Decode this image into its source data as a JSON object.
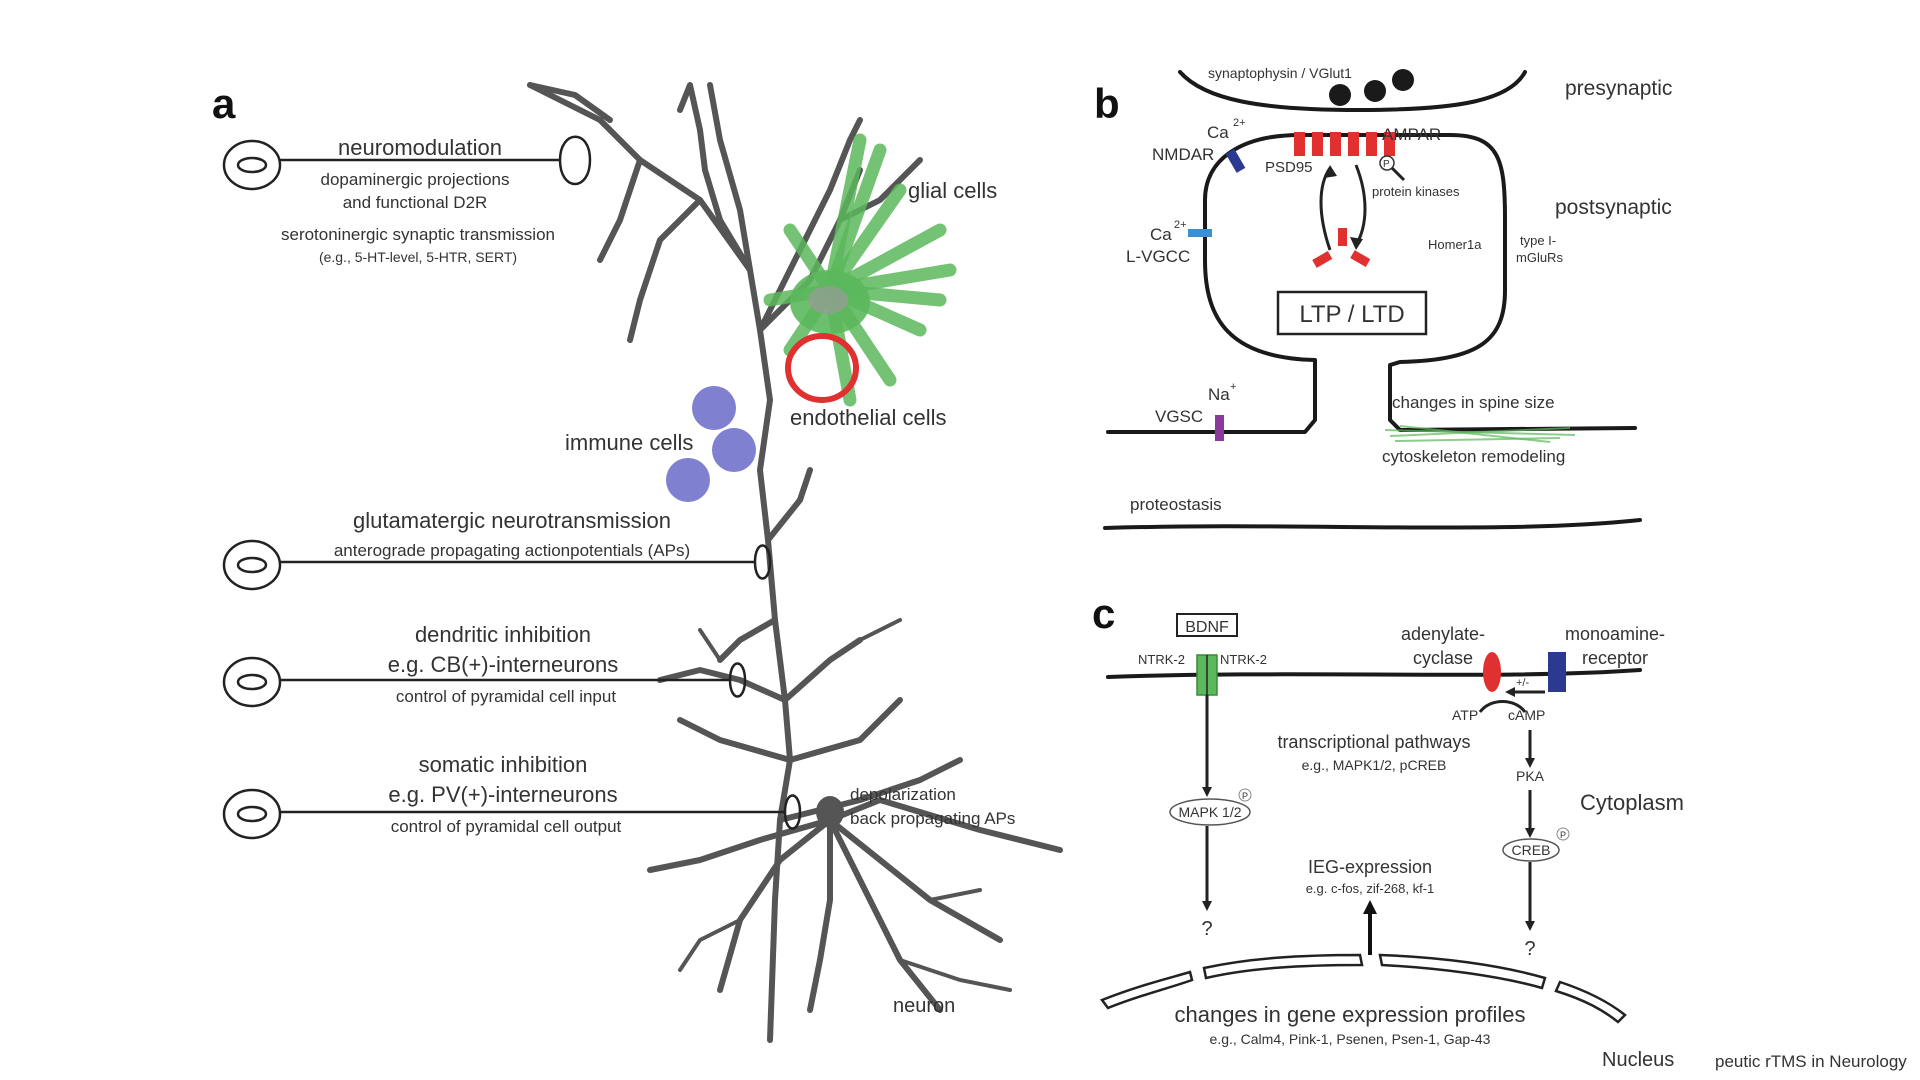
{
  "panels": {
    "a": "a",
    "b": "b",
    "c": "c"
  },
  "panel_a": {
    "neuromodulation": {
      "title": "neuromodulation",
      "line1": "dopaminergic projections",
      "line2": "and functional D2R",
      "line3": "serotoninergic synaptic transmission",
      "line4": "(e.g., 5-HT-level, 5-HTR, SERT)"
    },
    "glial_cells": "glial cells",
    "endothelial_cells": "endothelial cells",
    "immune_cells": "immune cells",
    "glutamatergic": {
      "title": "glutamatergic neurotransmission",
      "sub": "anterograde propagating actionpotentials (APs)"
    },
    "dendritic": {
      "title": "dendritic inhibition",
      "line1": "e.g. CB(+)-interneurons",
      "line2": "control of pyramidal cell input"
    },
    "somatic": {
      "title": "somatic inhibition",
      "line1": "e.g. PV(+)-interneurons",
      "line2": "control of pyramidal cell output"
    },
    "depolarization": {
      "line1": "depolarization",
      "line2": "back propagating APs"
    },
    "neuron": "neuron"
  },
  "panel_b": {
    "synaptophysin": "synaptophysin / VGlut1",
    "presynaptic": "presynaptic",
    "postsynaptic": "postsynaptic",
    "ca1": "Ca",
    "ca1_sup": "2+",
    "nmdar": "NMDAR",
    "ampar": "AMPAR",
    "psd95": "PSD95",
    "protein_kinases": "protein kinases",
    "p_symbol": "P",
    "ca2": "Ca",
    "ca2_sup": "2+",
    "lvgcc": "L-VGCC",
    "homer": "Homer1a",
    "mglur1": "type I-",
    "mglur2": "mGluRs",
    "ltp": "LTP / LTD",
    "na": "Na",
    "na_sup": "+",
    "vgsc": "VGSC",
    "spine_size": "changes in spine size",
    "cytoskeleton": "cytoskeleton remodeling",
    "proteostasis": "proteostasis"
  },
  "panel_c": {
    "bdnf": "BDNF",
    "ntrk_left": "NTRK-2",
    "ntrk_right": "NTRK-2",
    "adenylate1": "adenylate-",
    "adenylate2": "cyclase",
    "monoamine1": "monoamine-",
    "monoamine2": "receptor",
    "plusminus": "+/-",
    "atp": "ATP",
    "camp": "cAMP",
    "transcriptional": "transcriptional pathways",
    "transcriptional_eg": "e.g., MAPK1/2, pCREB",
    "pka": "PKA",
    "cytoplasm": "Cytoplasm",
    "mapk": "MAPK 1/2",
    "creb": "CREB",
    "p1": "P",
    "p2": "P",
    "ieg": "IEG-expression",
    "ieg_eg": "e.g. c-fos, zif-268, kf-1",
    "q1": "?",
    "q2": "?",
    "gene_expr": "changes in gene expression profiles",
    "gene_eg": "e.g., Calm4, Pink-1, Psenen, Psen-1, Gap-43",
    "nucleus": "Nucleus"
  },
  "caption": "peutic rTMS in Neurology",
  "colors": {
    "glia": "#5cb85c",
    "immune": "#6a6ac8",
    "endothelial": "#e03030",
    "ampar": "#e03030",
    "nmdar": "#2b3990",
    "lvgcc": "#3a8fd0",
    "vgsc": "#8a3a9a",
    "ntrk": "#5cb85c",
    "adenylate": "#e03030",
    "monoamine": "#2b3990"
  }
}
